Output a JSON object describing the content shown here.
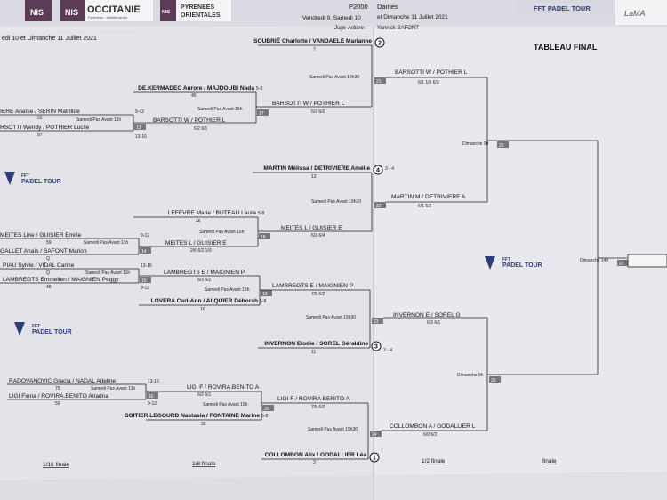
{
  "header": {
    "logo_nis_1": "NIS",
    "logo_nis_2": "NIS",
    "ligue_title": "OCCITANIE",
    "ligue_sub": "Pyrénées - Méditerranée",
    "logo_nis_3": "NIS",
    "po_line1": "PYRENEES",
    "po_line2": "ORIENTALES",
    "category": "P2000",
    "dates": "Vendredi 9, Samedi 10",
    "event": "Dames",
    "dates2": "et Dimanche 11 Juillet 2021",
    "judge_label": "Juge-Arbitre:",
    "judge": "Yannick SAFONT",
    "left_dates": "edi 10 et Dimanche 11 Juillet 2021",
    "fft_top": "FFT PADEL TOUR",
    "right_logo": "LaMA"
  },
  "title": "TABLEAU FINAL",
  "logos": {
    "fft": "FFT",
    "padel": "PADEL TOUR"
  },
  "rounds": {
    "r16": "1/16 finale",
    "r8": "1/8 finale",
    "r4": "1/2 finale",
    "final": "finale"
  },
  "left_entries": [
    {
      "name": "SOUBRIÉ Charlotte / VANDAELE Marianne",
      "rank": "7",
      "seed": "2"
    },
    {
      "name": "DE.KERMADEC Aurore / MAJDOUBI Nada",
      "seed_range": "5-8",
      "rank": "45"
    },
    {
      "name": "IERE Anaïse / SERIN Mathilde",
      "seed_range": "9-12",
      "rank": "55"
    },
    {
      "name": "RSOTTI Wendy / POTHIER Lucile",
      "seed_range": "13-16",
      "rank": "97"
    },
    {
      "name": "MARTIN Mélissa / DETRIVIERE Amélie",
      "seed": "4",
      "seed_range": "3 - 4",
      "rank": "12"
    },
    {
      "name": "LEFEVRE Marie / BUTEAU Laura",
      "seed_range": "5-8",
      "rank": "46"
    },
    {
      "name": "MEITES Line / GUISIER Emilie",
      "seed_range": "9-12",
      "rank": "59"
    },
    {
      "name": "GALLET Anaïs / SAFONT Marion",
      "rank": "Q"
    },
    {
      "name": "PIAU Sylvie / VIDAL Carine",
      "seed_range": "13-16",
      "rank": "Q"
    },
    {
      "name": "LAMBREGTS Emmelien / MAIGNIEN Peggy",
      "seed_range": "9-12",
      "rank": "48"
    },
    {
      "name": "LOVERA Carl-Ann / ALQUIER Déborah",
      "seed_range": "5-8",
      "rank": "16"
    },
    {
      "name": "INVERNON Elodie / SOREL Géraldine",
      "seed": "3",
      "seed_range": "3 - 4",
      "rank": "11"
    },
    {
      "name": "RADOVANOVIC Gracia / NADAL Adeline",
      "seed_range": "13-16",
      "rank": "75"
    },
    {
      "name": "LIGI Fiona / ROVIRA.BENITO Ariadna",
      "seed_range": "9-12",
      "rank": "59"
    },
    {
      "name": "BOITIER.LEGOURD Nastasia / FONTAINE Marine",
      "seed_range": "5-8",
      "rank": "32"
    },
    {
      "name": "COLLOMBON Alix / GODALLIER Léa",
      "seed": "1",
      "rank": "3"
    }
  ],
  "matches": {
    "m13": {
      "num": "13",
      "slot": "Samedi Pas Avant 11h"
    },
    "m14": {
      "num": "14",
      "slot": "Samedi Pas Avant 11h"
    },
    "m15": {
      "num": "15",
      "slot": "Samedi Pas Avant 11h"
    },
    "m16": {
      "num": "16",
      "slot": "Samedi Pas Avant 11h"
    },
    "m17": {
      "num": "17",
      "slot": "Samedi Pas Avant 15h",
      "winner": "BARSOTTI W / POTHIER L",
      "score": "6/2 6/1"
    },
    "m18": {
      "num": "18",
      "slot": "Samedi Pas Avant 15h",
      "winner": "MEITES L / GUISIER E",
      "score": "2/6 6/2 1/0"
    },
    "m19": {
      "num": "19",
      "slot": "Samedi Pas Avant 15h",
      "winner": "LAMBREGTS E / MAIGNIEN P",
      "score": "6/3 6/2"
    },
    "m20": {
      "num": "20",
      "slot": "Samedi Pas Avant 15h",
      "winner": "LIGI F / ROVIRA.BENITO A",
      "score": "6/2 6/1"
    },
    "m21": {
      "num": "21",
      "slot": "Samedi Pas Avant 19h30",
      "winner": "BARSOTTI W / POTHIER L",
      "score": "6/3 6/2"
    },
    "m22": {
      "num": "22",
      "slot": "Samedi Pas Avant 19h30",
      "winner": "MEITES L / GUISIER E",
      "score": "6/3 6/4"
    },
    "m23": {
      "num": "23",
      "slot": "Samedi Pas Avant 19h30",
      "winner": "LAMBREGTS E / MAIGNIEN P",
      "score": "7/5 6/2"
    },
    "m24": {
      "num": "24",
      "slot": "Samedi Pas Avant 19h30",
      "winner": "LIGI F / ROVIRA BENITO A",
      "score": "7/5 6/0"
    },
    "m25": {
      "num": "25",
      "slot": "Dimanche 9h",
      "winner": "BARSOTTI W / POTHIER L",
      "score": "6/1 1/6 6/3"
    },
    "m25b": {
      "winner": "MARTIN M / DETRIVIERE A",
      "score": "6/1 6/2"
    },
    "m26": {
      "num": "26",
      "slot": "Dimanche 9h",
      "winner": "INVERNON E / SOREL G",
      "score": "6/3 6/1"
    },
    "m26b": {
      "winner": "COLLOMBON A / GODALLIER L",
      "score": "6/0 6/2"
    },
    "m27": {
      "num": "27",
      "slot": "Dimanche 14h"
    }
  }
}
